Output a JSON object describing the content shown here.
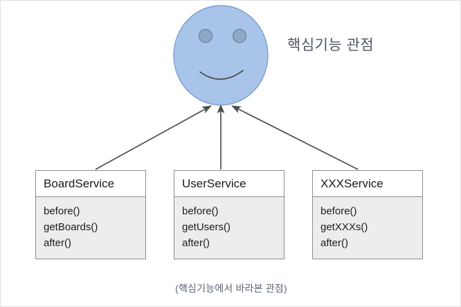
{
  "diagram": {
    "title_label": "핵심기능 관점",
    "caption": "(핵심기능에서 바라본 관점)",
    "face": {
      "icon": "smiley-face-icon",
      "fill_color": "#a8c4e9",
      "stroke_color": "#7f9dcf",
      "eye_fill_color": "#8fa8c8",
      "mouth_color": "#3f3f3f"
    },
    "arrow_color": "#4d4d4d",
    "boxes": [
      {
        "name": "BoardService",
        "methods": [
          "before()",
          "getBoards()",
          "after()"
        ]
      },
      {
        "name": "UserService",
        "methods": [
          "before()",
          "getUsers()",
          "after()"
        ]
      },
      {
        "name": "XXXService",
        "methods": [
          "before()",
          "getXXXs()",
          "after()"
        ]
      }
    ]
  }
}
